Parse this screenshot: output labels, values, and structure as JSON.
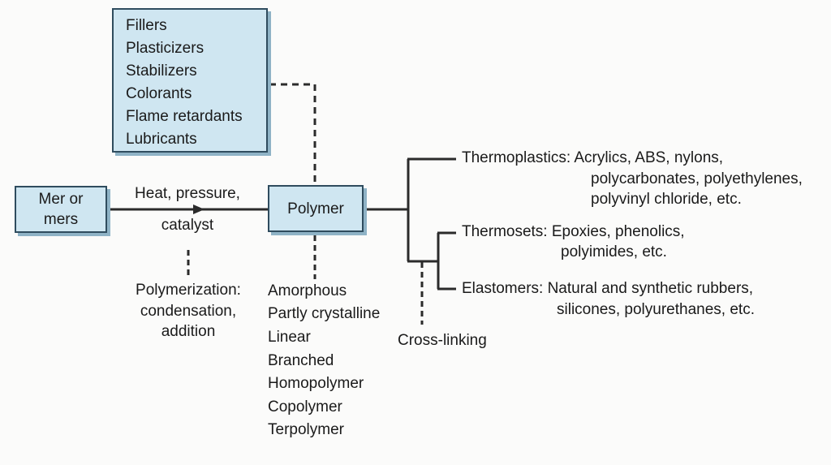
{
  "additives_box": {
    "items": [
      "Fillers",
      "Plasticizers",
      "Stabilizers",
      "Colorants",
      "Flame retardants",
      "Lubricants"
    ]
  },
  "mer_box": {
    "line1": "Mer or",
    "line2": "mers"
  },
  "process": {
    "line1": "Heat, pressure,",
    "line2": "catalyst"
  },
  "polymerization": {
    "line1": "Polymerization:",
    "line2": "condensation,",
    "line3": "addition"
  },
  "polymer_box": {
    "label": "Polymer"
  },
  "structures": {
    "items": [
      "Amorphous",
      "Partly crystalline",
      "Linear",
      "Branched",
      "Homopolymer",
      "Copolymer",
      "Terpolymer"
    ]
  },
  "thermoplastics": {
    "line1": "Thermoplastics: Acrylics, ABS, nylons,",
    "line2": "polycarbonates, polyethylenes,",
    "line3": "polyvinyl chloride, etc."
  },
  "thermosets": {
    "line1": "Thermosets: Epoxies, phenolics,",
    "line2": "polyimides, etc."
  },
  "elastomers": {
    "line1": "Elastomers: Natural and synthetic rubbers,",
    "line2": "silicones, polyurethanes, etc."
  },
  "crosslinking": {
    "label": "Cross-linking"
  },
  "colors": {
    "box_fill": "#cfe6f1",
    "box_border": "#2f4c5e",
    "line": "#2b2b2b"
  }
}
